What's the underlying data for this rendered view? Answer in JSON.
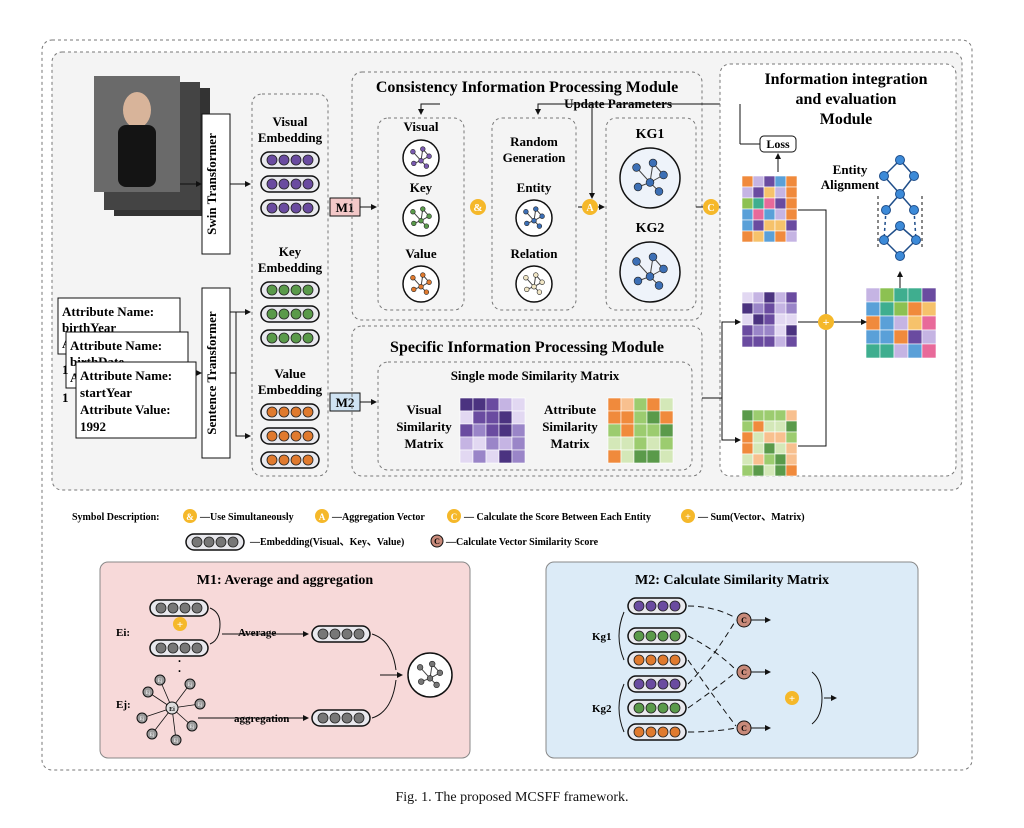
{
  "modules": {
    "consistency_title": "Consistency Information Processing Module",
    "specific_title": "Specific Information Processing Module",
    "integration_title_1": "Information integration",
    "integration_title_2": "and evaluation",
    "integration_title_3": "Module",
    "update_parameters": "Update Parameters",
    "loss": "Loss",
    "entity_alignment_1": "Entity",
    "entity_alignment_2": "Alignment"
  },
  "encoders": {
    "swin": "Swin Transformer",
    "sentence": "Sentence Transformer"
  },
  "embeddings": {
    "visual_1": "Visual",
    "visual_2": "Embedding",
    "key_1": "Key",
    "key_2": "Embedding",
    "value_1": "Value",
    "value_2": "Embedding"
  },
  "attribute_cards": {
    "card1_name": "Attribute Name:",
    "card1_val": "birthYear",
    "card2_name": "Attribute Name:",
    "card2_val": "birthDate",
    "card3_name": "Attribute Name:",
    "card3_val": "startYear",
    "card3_value_label": "Attribute Value:",
    "card3_value": "1992",
    "peek1": "1",
    "peek2": "1",
    "peek_a1": "A",
    "peek_a2": "A"
  },
  "markers": {
    "m1": "M1",
    "m2": "M2"
  },
  "consistency_labels": {
    "visual": "Visual",
    "key": "Key",
    "value": "Value",
    "random_1": "Random",
    "random_2": "Generation",
    "entity": "Entity",
    "relation": "Relation",
    "kg1": "KG1",
    "kg2": "KG2"
  },
  "specific_labels": {
    "single_mode": "Single mode Similarity Matrix",
    "visual_sim_1": "Visual",
    "visual_sim_2": "Similarity",
    "visual_sim_3": "Matrix",
    "attr_sim_1": "Attribute",
    "attr_sim_2": "Similarity",
    "attr_sim_3": "Matrix"
  },
  "symbols": {
    "title": "Symbol Description:",
    "amp": "—Use Simultaneously",
    "agg": "—Aggregation Vector",
    "score": "— Calculate the Score Between Each Entity",
    "sum": "— Sum(Vector、Matrix)",
    "emb": "—Embedding(Visual、Key、Value)",
    "vsim": "—Calculate Vector Similarity Score"
  },
  "m1_panel": {
    "title": "M1: Average and aggregation",
    "ei": "Ei:",
    "ej": "Ej:",
    "average": "Average",
    "aggregation": "aggregation",
    "dots": ".",
    "node": "Ei",
    "node2": "Ej"
  },
  "m2_panel": {
    "title": "M2: Calculate Similarity Matrix",
    "kg1": "Kg1",
    "kg2": "Kg2"
  },
  "caption": "Fig. 1.  The proposed MCSFF framework.",
  "colors": {
    "purple_dot": "#6a4ba0",
    "green_dot": "#5a9a4a",
    "orange_dot": "#e07a2e",
    "yellow_icon": "#f5b82a",
    "m1_bg": "#f7d9d9",
    "m2_bg": "#dcebf7",
    "node_blue": "#3c6fb5"
  }
}
